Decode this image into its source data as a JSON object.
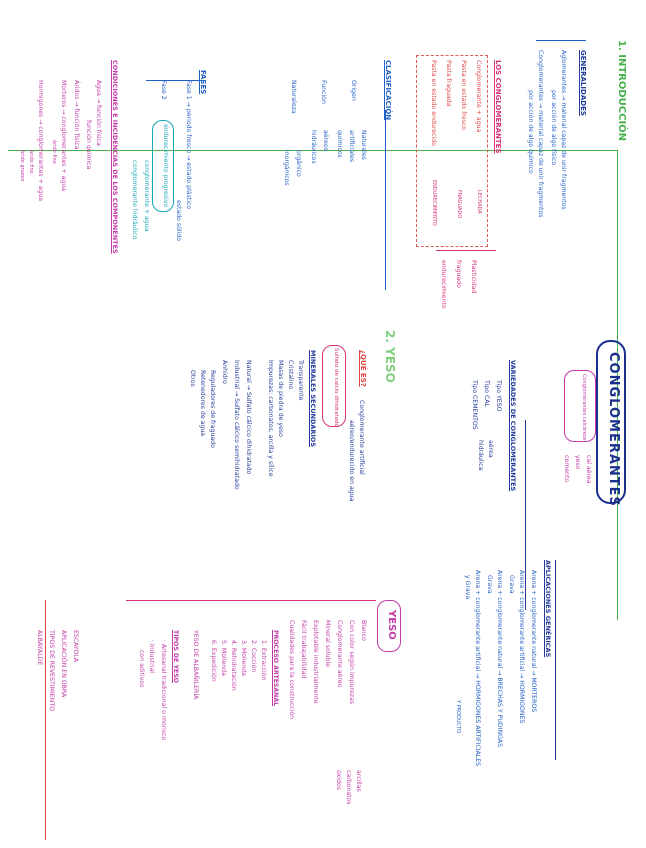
{
  "colors": {
    "blue": "#1f5fc8",
    "navy": "#223a9a",
    "pink": "#d6337a",
    "red": "#e04545",
    "magenta": "#c23aa8",
    "green": "#48b04a",
    "teal": "#19a7b8",
    "title_fill": "#1c2f8f"
  },
  "title": "CONGLOMERANTES",
  "intro": {
    "heading": "1. INTRODUCCIÓN",
    "generalidades": {
      "heading": "GENERALIDADES",
      "aglomerantes": "Aglomerantes → material capaz de unir fragmentos",
      "aglomerantes_2": "por acción de algo físico",
      "conglomerantes": "Conglomerantes → material capaz de unir fragmentos",
      "conglomerantes_2": "por acción de algo químico"
    },
    "los_conglomerantes": {
      "heading": "LOS CONGLOMERANTES",
      "lines": [
        "Conglomerante + agua",
        "Pasta en estado fresco",
        "Pasta fraguada",
        "Pasta en estado endurecido"
      ],
      "tags": [
        "LECHADA",
        "FRAGUADO",
        "ENDURECIMIENTO"
      ],
      "side": [
        "Plasticidad",
        "fraguado",
        "endurecimiento"
      ]
    },
    "clasificacion": {
      "heading": "CLASIFICACIÓN",
      "origen": "Origen",
      "origen_items": [
        "Naturales",
        "artificiales",
        "químicos"
      ],
      "funcion": "Función",
      "funcion_items": [
        "aéreos",
        "hidráulicos"
      ],
      "naturaleza": "Naturaleza",
      "naturaleza_items": [
        "orgánico",
        "inorgánicos"
      ]
    },
    "fases": {
      "heading": "FASES",
      "fase1": "Fase 1 → periodo fresco → estado plástico",
      "fase1_b": "estado sólido",
      "fase2": "Fase 2",
      "fase2_box": "endurecimiento progresivo",
      "fase2_note": "conglomerante + agua",
      "fase2_note2": "conglomerante hidráulico"
    },
    "condiciones": {
      "heading": "CONDICIONES E INCIDENCIAS DE LOS COMPONENTES",
      "items": [
        "Agua → función física",
        "función química",
        "Áridos → función física",
        "Morteros → conglomerantes + agua",
        "árido fino",
        "Hormigones → conglomerantes + agua",
        "árido fino",
        "árido grueso"
      ]
    }
  },
  "yeso_section": {
    "heading": "2. YESO",
    "que_es": "¿QUÉ ES?",
    "que_es_def": "Conglomerante artificial",
    "que_es_def2": "aéreo/endurecido en agua",
    "sulfato": "Sulfato de calcio dihidratado",
    "minerales_heading": "MINERALES SECUNDARIOS",
    "minerales": [
      "Transparente",
      "Cristalino",
      "Masas de piedra de yeso",
      "Impurezas: carbonatos, arcilla y sílice"
    ],
    "natural": "Natural → Sulfato cálcico dihidratado",
    "industrial": "Industrial → Sulfato cálcico semihidratado",
    "anhidro": "Anhidro",
    "props": [
      "Reguladores de fraguado",
      "Retenedores de agua",
      "Otros"
    ]
  },
  "variedades": {
    "heading": "VARIEDADES DE CONGLOMERANTES",
    "items": [
      "Tipo YESO",
      "Tipo CAL",
      "Tipo CEMENTOS"
    ],
    "cal_sub": [
      "aérea",
      "hidráulica"
    ],
    "bubble": "Conglomerantes calcáreos",
    "bubble_items": [
      "cal aérea",
      "yeso",
      "cemento"
    ]
  },
  "aplicaciones": {
    "heading": "APLICACIONES GENÉRICAS",
    "items": [
      "Arena + conglomerante natural → MORTEROS",
      "Arena + conglomerante artificial → HORMIGONES",
      "Grava",
      "Arena + conglomerante natural → BRECHAS Y PUDINGAS",
      "Grava",
      "Arena + conglomerante artificial → HORMIGONES ARTIFICIALES",
      "y Grava",
      "Y PRODUCTO"
    ]
  },
  "yeso2": {
    "heading": "YESO",
    "items": [
      "Blanco",
      "Con color según impurezas",
      "Conglomerante aéreo",
      "Mineral soluble",
      "Explotable industrialmente",
      "Fácil trabajabilidad",
      "Cualidades para la construcción"
    ],
    "side": [
      "arcillas",
      "carbonatos",
      "óxidos"
    ],
    "proceso_heading": "PROCESO ARTESANAL",
    "proceso": [
      "1. Extracción",
      "2. Cocción",
      "3. Molienda",
      "4. Rehidratación",
      "5. Molienda",
      "6. Expedición"
    ],
    "albanileria": "YESO DE ALBAÑILERÍA",
    "tipos_heading": "TIPOS DE YESO",
    "tipos": [
      "· Artesanal tradicional o morisco",
      "· Industrial",
      "con aditivos"
    ],
    "bottom": [
      "ESCAYOLA",
      "APLICACIÓN EN OBRA",
      "TIPOS DE REVESTIMIENTO",
      "ALBAYALDE"
    ]
  }
}
